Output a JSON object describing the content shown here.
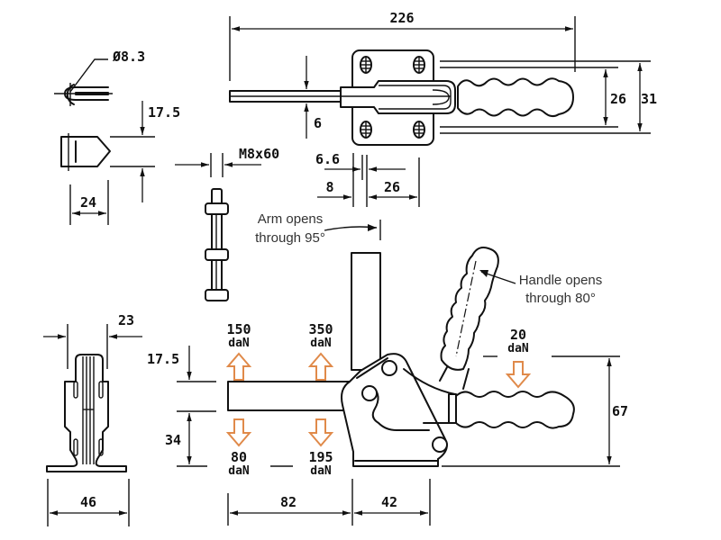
{
  "drawing": {
    "type": "engineering dimension drawing - horizontal toggle clamp",
    "accent_force_color": "#e08a4a",
    "top_view": {
      "overall_length": "226",
      "arm_thickness": "6",
      "handle_height": "26",
      "base_height": "31",
      "hole_pitch_offset": "6.6",
      "arm_offset": "8",
      "hole_pitch": "26"
    },
    "spindle": {
      "diameter": "Ø8.3",
      "width": "17.5",
      "length": "24",
      "bolt": "M8x60"
    },
    "end_view": {
      "top_width": "23",
      "base_width": "46"
    },
    "side_view": {
      "arm_height_above": "17.5",
      "arm_height_below": "34",
      "arm_length": "82",
      "base_length": "42",
      "handle_height": "67",
      "arm_note": [
        "Arm opens",
        "through 95°"
      ],
      "handle_note": [
        "Handle opens",
        "through 80°"
      ]
    },
    "forces": {
      "unit": "daN",
      "up_left": "150",
      "up_right": "350",
      "down_left": "80",
      "down_right": "195",
      "handle": "20"
    }
  }
}
